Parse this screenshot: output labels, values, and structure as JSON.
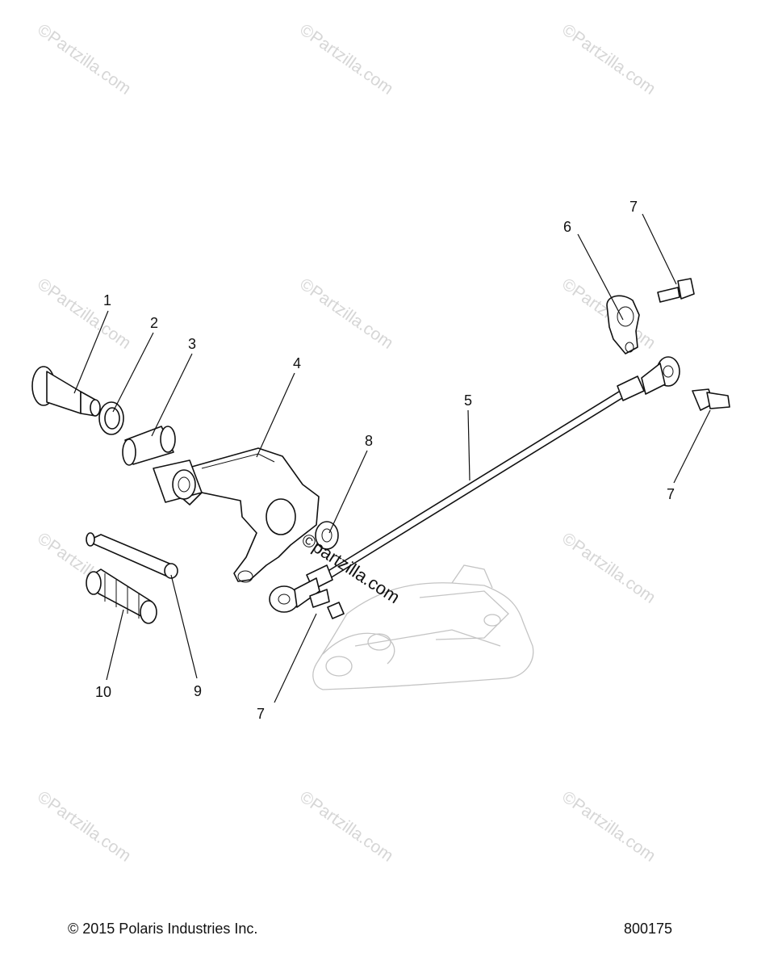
{
  "watermark": "©Partzilla.com",
  "center_watermark": "©partzilla.com",
  "callouts": {
    "c1": "1",
    "c2": "2",
    "c3": "3",
    "c4": "4",
    "c5": "5",
    "c6": "6",
    "c7a": "7",
    "c7b": "7",
    "c7c": "7",
    "c8": "8",
    "c9": "9",
    "c10": "10"
  },
  "footer": {
    "copyright": "© 2015 Polaris Industries Inc.",
    "diagram_id": "800175"
  }
}
